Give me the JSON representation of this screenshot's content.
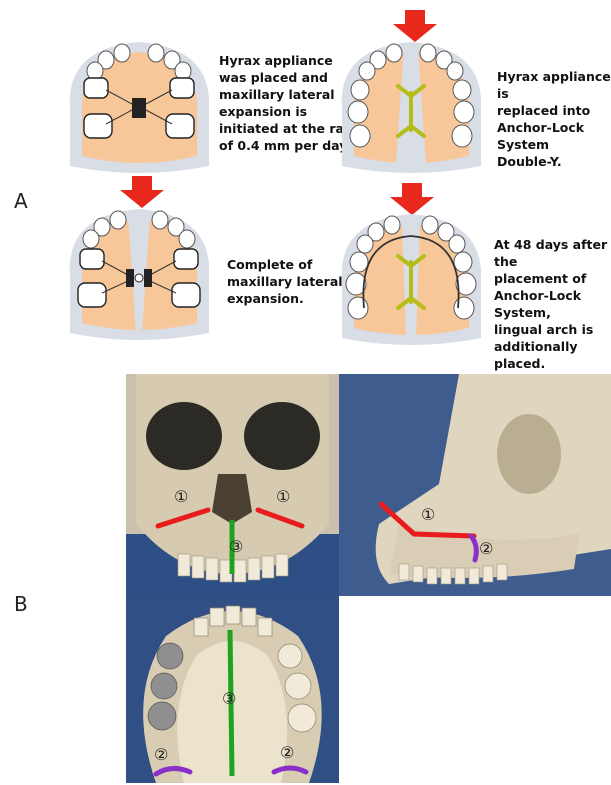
{
  "panels": [
    {
      "label": "A"
    },
    {
      "label": "B"
    }
  ],
  "captions": {
    "step1": [
      "Hyrax appliance",
      "was placed and",
      "maxillary lateral",
      "expansion is",
      "initiated at the rate",
      "of 0.4 mm per day."
    ],
    "step2": [
      "Hyrax appliance is",
      "replaced into",
      "Anchor-Lock System",
      "Double-Y."
    ],
    "step3": [
      "Complete of",
      "maxillary lateral",
      "expansion."
    ],
    "step4": [
      "At 48 days after the",
      "placement of",
      "Anchor-Lock System,",
      "lingual arch is",
      "additionally placed."
    ]
  },
  "markers": {
    "one": "①",
    "two": "②",
    "three": "③"
  },
  "colors": {
    "arrow": "#e8281c",
    "palate": "#f7c79a",
    "gingiva": "#d9dde6",
    "appliance": "#d4dc2a",
    "cut_line_1": "#e81c1c",
    "cut_line_2": "#8b2fc9",
    "cut_line_3": "#1fa31f"
  }
}
